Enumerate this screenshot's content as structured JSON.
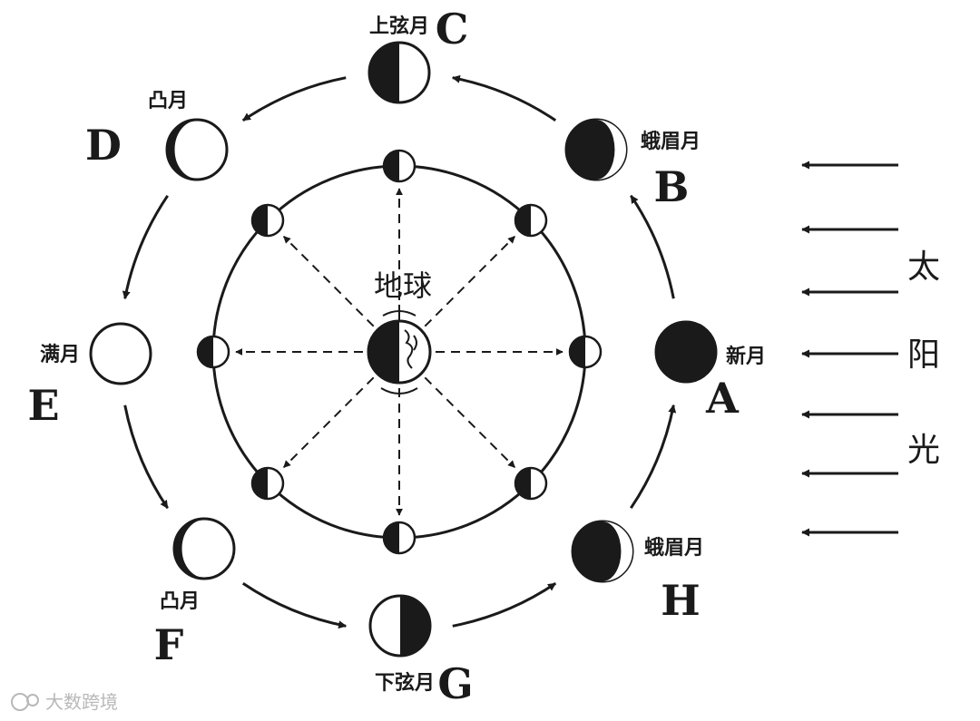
{
  "diagram": {
    "earth_label": "地球",
    "sunlight_chars": [
      "太",
      "阳",
      "光"
    ],
    "watermark": "大数跨境",
    "colors": {
      "ink": "#1a1a1a",
      "background": "#ffffff",
      "watermark": "#b8b8b8"
    },
    "outer_phases": [
      {
        "id": "A",
        "letter": "A",
        "name": "新月"
      },
      {
        "id": "B",
        "letter": "B",
        "name": "蛾眉月"
      },
      {
        "id": "C",
        "letter": "C",
        "name": "上弦月"
      },
      {
        "id": "D",
        "letter": "D",
        "name": "凸月"
      },
      {
        "id": "E",
        "letter": "E",
        "name": "满月"
      },
      {
        "id": "F",
        "letter": "F",
        "name": "凸月"
      },
      {
        "id": "G",
        "letter": "G",
        "name": "下弦月"
      },
      {
        "id": "H",
        "letter": "H",
        "name": "蛾眉月"
      }
    ]
  }
}
